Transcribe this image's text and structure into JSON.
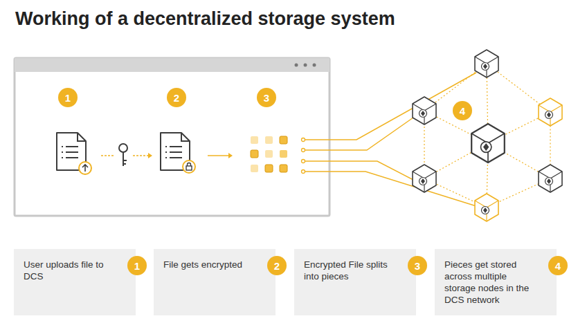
{
  "diagram": {
    "title": "Working of a decentralized storage system",
    "nodes": [
      {
        "text": [
          "User uploads file to DCS",
          "1"
        ]
      },
      {
        "text": [
          "File gets encrypted",
          "2"
        ]
      },
      {
        "text": [
          "Encrypted File splits into pieces",
          "3"
        ]
      },
      {
        "text": [
          "Pieces get stored across multiple storage nodes in the DCS network",
          "4"
        ]
      }
    ],
    "labels": [
      "1",
      "2",
      "3",
      "4"
    ]
  }
}
